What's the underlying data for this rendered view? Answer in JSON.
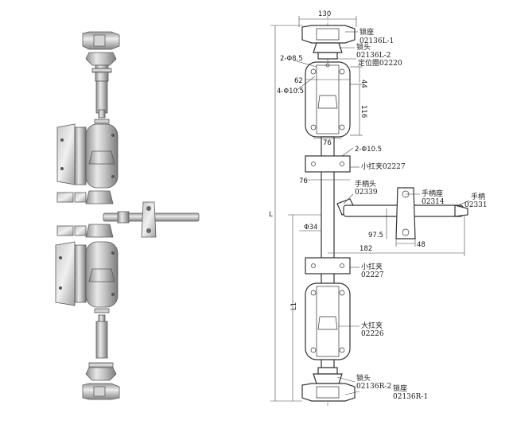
{
  "exploded_view": {},
  "drawing": {
    "dimensions": {
      "top_width": "130",
      "hole_2": "2-Φ8.5",
      "d62": "62",
      "hole_4": "4-Φ10.5",
      "d44": "44",
      "d116": "116",
      "d76_upper": "76",
      "hole_2b": "2-Φ10.5",
      "d76_clamp": "76",
      "L": "L",
      "L1": "L1",
      "rod_dia": "Φ34",
      "d97_5": "97.5",
      "d48": "48",
      "d182": "182"
    },
    "labels": {
      "lock_seat_top_cn": "锁座",
      "lock_seat_top_code": "02136L-1",
      "lock_head_top_cn": "锁头",
      "lock_head_top_code": "02136L-2",
      "locating_ring": "定位圈02220",
      "small_clamp_upper": "小扛夹02227",
      "handle_head_cn": "手柄头",
      "handle_head_code": "02339",
      "handle_seat_cn": "手柄座",
      "handle_seat_code": "02314",
      "handle_cn": "手柄",
      "handle_code": "02331",
      "small_clamp_lower_cn": "小扛夹",
      "small_clamp_lower_code": "02227",
      "big_clamp_cn": "大扛夹",
      "big_clamp_code": "02226",
      "lock_head_bottom_cn": "锁头",
      "lock_head_bottom_code": "02136R-2",
      "lock_seat_bottom_cn": "锁座",
      "lock_seat_bottom_code": "02136R-1"
    }
  }
}
